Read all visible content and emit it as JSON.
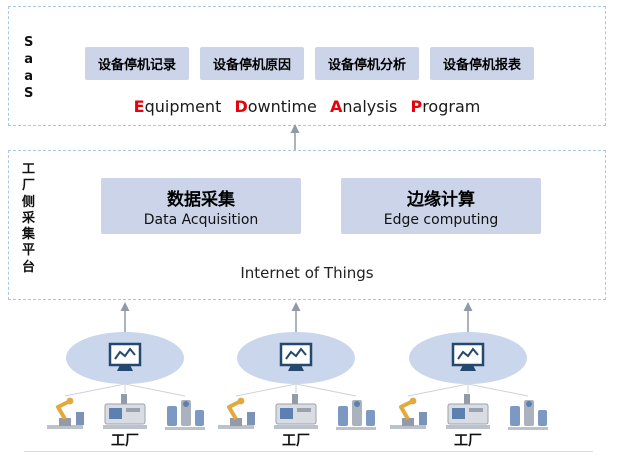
{
  "saas": {
    "side_chars": [
      "S",
      "a",
      "a",
      "S"
    ],
    "modules": [
      "设备停机记录",
      "设备停机原因",
      "设备停机分析",
      "设备停机报表"
    ],
    "title_words": [
      {
        "first": "E",
        "rest": "quipment"
      },
      {
        "first": "D",
        "rest": "owntime"
      },
      {
        "first": "A",
        "rest": "nalysis"
      },
      {
        "first": "P",
        "rest": "rogram"
      }
    ]
  },
  "platform": {
    "side_chars": [
      "工",
      "厂",
      "侧",
      "采",
      "集",
      "平",
      "台"
    ],
    "modules": [
      {
        "zh": "数据采集",
        "en": "Data Acquisition"
      },
      {
        "zh": "边缘计算",
        "en": "Edge computing"
      }
    ],
    "footer": "Internet of Things"
  },
  "factories": {
    "items": [
      {
        "label": "工厂"
      },
      {
        "label": "工厂"
      },
      {
        "label": "工厂"
      }
    ]
  },
  "icons": {
    "monitor": "monitor-chart-icon",
    "machines": [
      "robot-arm-icon",
      "cnc-machine-icon",
      "tank-machine-icon"
    ],
    "arrow": "up-arrow-icon"
  },
  "colors": {
    "box_fill": "#cbd4e8",
    "ellipse_fill": "#c9d6ec",
    "dashed_border": "#a9c7e6",
    "accent_red": "#e8000a",
    "arrow_gray": "#8f9aa6"
  }
}
